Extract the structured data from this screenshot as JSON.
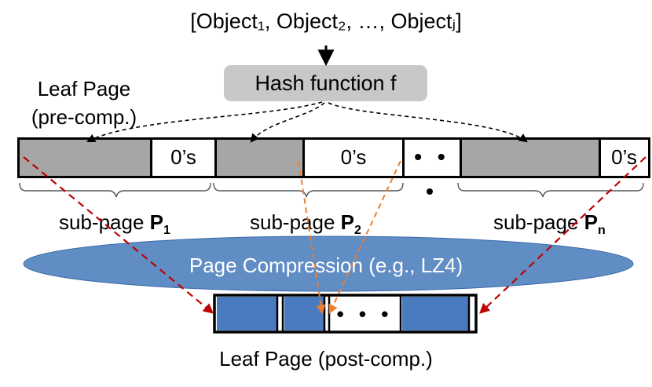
{
  "objects_label": "[Object₁, Object₂, …, Objectⱼ]",
  "hash_function_label": "Hash function f",
  "leaf_page_pre_label": [
    "Leaf Page",
    "(pre-comp.)"
  ],
  "zeros_label": "0’s",
  "ellipsis": "• • •",
  "subpages": [
    {
      "prefix": "sub-page ",
      "name": "P",
      "sub": "1"
    },
    {
      "prefix": "sub-page ",
      "name": "P",
      "sub": "2"
    },
    {
      "prefix": "sub-page ",
      "name": "P",
      "sub": "n"
    }
  ],
  "compression_label": "Page Compression (e.g., LZ4)",
  "leaf_page_post_label": "Leaf Page (post-comp.)",
  "colors": {
    "filled_segment": "#a6a6a6",
    "compressed_segment": "#4a7bbf",
    "ellipse": "#4f81bd",
    "red_arrow": "#c00000",
    "orange_arrow": "#ed7d31"
  }
}
